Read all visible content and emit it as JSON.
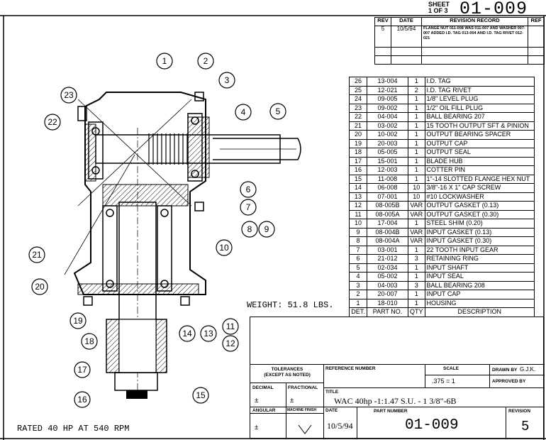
{
  "sheet": {
    "label_line1": "SHEET",
    "label_line2": "1 OF 3",
    "number": "01-009"
  },
  "revision": {
    "headers": [
      "REV",
      "DATE",
      "REVISION RECORD",
      "REF"
    ],
    "rows": [
      {
        "rev": "5",
        "date": "10/5/94",
        "text": "FLANGE NUT 011-008 WAS 011-007 AND WASHER 007-007 ADDED I.D. TAG 013-004 AND I.D. TAG RIVET 012-021",
        "ref": ""
      }
    ]
  },
  "parts": [
    {
      "det": "26",
      "part": "13-004",
      "qty": "1",
      "desc": "I.D. TAG"
    },
    {
      "det": "25",
      "part": "12-021",
      "qty": "2",
      "desc": "I.D. TAG RIVET"
    },
    {
      "det": "24",
      "part": "09-005",
      "qty": "1",
      "desc": "1/8\" LEVEL PLUG"
    },
    {
      "det": "23",
      "part": "09-002",
      "qty": "1",
      "desc": "1/2\" OIL FILL PLUG"
    },
    {
      "det": "22",
      "part": "04-004",
      "qty": "1",
      "desc": "BALL BEARING 207"
    },
    {
      "det": "21",
      "part": "03-002",
      "qty": "1",
      "desc": "15 TOOTH OUTPUT SFT & PINION"
    },
    {
      "det": "20",
      "part": "10-002",
      "qty": "1",
      "desc": "OUTPUT BEARING SPACER"
    },
    {
      "det": "19",
      "part": "20-003",
      "qty": "1",
      "desc": "OUTPUT CAP"
    },
    {
      "det": "18",
      "part": "05-005",
      "qty": "1",
      "desc": "OUTPUT SEAL"
    },
    {
      "det": "17",
      "part": "15-001",
      "qty": "1",
      "desc": "BLADE HUB"
    },
    {
      "det": "16",
      "part": "12-003",
      "qty": "1",
      "desc": "COTTER PIN"
    },
    {
      "det": "15",
      "part": "11-008",
      "qty": "1",
      "desc": "1\"-14 SLOTTED FLANGE HEX NUT"
    },
    {
      "det": "14",
      "part": "06-008",
      "qty": "10",
      "desc": "3/8\"-16 X 1\" CAP SCREW"
    },
    {
      "det": "13",
      "part": "07-001",
      "qty": "10",
      "desc": "#10 LOCKWASHER"
    },
    {
      "det": "12",
      "part": "08-005B",
      "qty": "VAR",
      "desc": "OUTPUT GASKET (0.13)"
    },
    {
      "det": "11",
      "part": "08-005A",
      "qty": "VAR",
      "desc": "OUTPUT GASKET (0.30)"
    },
    {
      "det": "10",
      "part": "17-004",
      "qty": "1",
      "desc": "STEEL SHIM (0.20)"
    },
    {
      "det": "9",
      "part": "08-004B",
      "qty": "VAR",
      "desc": "INPUT GASKET (0.13)"
    },
    {
      "det": "8",
      "part": "08-004A",
      "qty": "VAR",
      "desc": "INPUT GASKET (0.30)"
    },
    {
      "det": "7",
      "part": "03-001",
      "qty": "1",
      "desc": "22 TOOTH INPUT GEAR"
    },
    {
      "det": "6",
      "part": "21-012",
      "qty": "3",
      "desc": "RETAINING RING"
    },
    {
      "det": "5",
      "part": "02-034",
      "qty": "1",
      "desc": "INPUT SHAFT"
    },
    {
      "det": "4",
      "part": "05-002",
      "qty": "1",
      "desc": "INPUT SEAL"
    },
    {
      "det": "3",
      "part": "04-003",
      "qty": "3",
      "desc": "BALL BEARING 208"
    },
    {
      "det": "2",
      "part": "20-007",
      "qty": "1",
      "desc": "INPUT CAP"
    },
    {
      "det": "1",
      "part": "18-010",
      "qty": "1",
      "desc": "HOUSING"
    }
  ],
  "parts_header": {
    "det": "DET.",
    "part": "PART NO.",
    "qty": "QTY",
    "desc": "DESCRIPTION"
  },
  "weight": "WEIGHT: 51.8 LBS.",
  "rated": "RATED 40 HP AT 540 RPM",
  "title_block": {
    "tolerances_line1": "TOLERANCES",
    "tolerances_line2": "(EXCEPT AS NOTED)",
    "decimal_label": "DECIMAL",
    "decimal_value": "±",
    "fractional_label": "FRACTIONAL",
    "fractional_value": "±",
    "angular_label": "ANGULAR",
    "angular_value": "±",
    "machine_finish_label": "MACHINE FINISH",
    "reference_label": "REFERENCE NUMBER",
    "scale_label": "SCALE",
    "scale_value": ".375 = 1",
    "drawn_by_label": "DRAWN BY",
    "drawn_by_value": "G.J.K.",
    "approved_by_label": "APPROVED BY",
    "title_label": "TITLE",
    "title_value": "WAC 40hp -1:1.47 S.U. - 1 3/8\"-6B",
    "date_label": "DATE",
    "date_value": "10/5/94",
    "part_number_label": "PART NUMBER",
    "part_number_value": "01-009",
    "revision_label": "REVISION",
    "revision_value": "5"
  },
  "balloons": [
    "1",
    "2",
    "3",
    "4",
    "5",
    "6",
    "7",
    "8",
    "9",
    "10",
    "11",
    "12",
    "13",
    "14",
    "15",
    "16",
    "17",
    "18",
    "19",
    "20",
    "21",
    "22",
    "23"
  ]
}
